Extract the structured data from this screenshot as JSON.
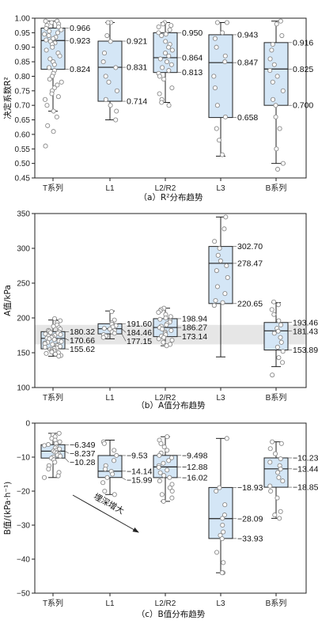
{
  "chart_data": [
    {
      "type": "box",
      "caption": "（a）R²分布趋势",
      "ylabel": "决定系数R²",
      "ylim": [
        0.45,
        1.0
      ],
      "yticks": [
        0.45,
        0.5,
        0.55,
        0.6,
        0.65,
        0.7,
        0.75,
        0.8,
        0.85,
        0.9,
        0.95,
        1.0
      ],
      "ytick_labels": [
        "0.45",
        "0.50",
        "0.55",
        "0.60",
        "0.65",
        "0.70",
        "0.75",
        "0.80",
        "0.85",
        "0.90",
        "0.95",
        "1.00"
      ],
      "categories": [
        "T系列",
        "L1",
        "L2/R2",
        "L3",
        "B系列"
      ],
      "boxes": [
        {
          "q3": 0.966,
          "median": 0.923,
          "q1": 0.824,
          "whisker_low": 0.68,
          "whisker_high": 0.99,
          "labels": [
            "0.966",
            "0.923",
            "0.824"
          ],
          "points": [
            0.99,
            0.99,
            0.985,
            0.98,
            0.975,
            0.97,
            0.965,
            0.96,
            0.955,
            0.95,
            0.945,
            0.94,
            0.935,
            0.93,
            0.925,
            0.92,
            0.915,
            0.91,
            0.9,
            0.89,
            0.88,
            0.87,
            0.86,
            0.85,
            0.84,
            0.83,
            0.82,
            0.81,
            0.8,
            0.79,
            0.78,
            0.77,
            0.76,
            0.75,
            0.74,
            0.73,
            0.72,
            0.7,
            0.68,
            0.66,
            0.63,
            0.61,
            0.56
          ]
        },
        {
          "q3": 0.921,
          "median": 0.831,
          "q1": 0.714,
          "whisker_low": 0.65,
          "whisker_high": 0.985,
          "labels": [
            "0.921",
            "0.831",
            "0.714"
          ],
          "points": [
            0.985,
            0.985,
            0.94,
            0.92,
            0.88,
            0.85,
            0.83,
            0.8,
            0.78,
            0.75,
            0.72,
            0.7,
            0.68,
            0.65
          ]
        },
        {
          "q3": 0.95,
          "median": 0.864,
          "q1": 0.813,
          "whisker_low": 0.71,
          "whisker_high": 0.985,
          "labels": [
            "0.950",
            "0.864",
            "0.813"
          ],
          "points": [
            0.985,
            0.98,
            0.975,
            0.97,
            0.96,
            0.95,
            0.945,
            0.94,
            0.92,
            0.91,
            0.9,
            0.89,
            0.88,
            0.87,
            0.86,
            0.85,
            0.84,
            0.83,
            0.82,
            0.81,
            0.8,
            0.79,
            0.76,
            0.74,
            0.72,
            0.71,
            0.7
          ]
        },
        {
          "q3": 0.943,
          "median": 0.847,
          "q1": 0.658,
          "whisker_low": 0.525,
          "whisker_high": 0.985,
          "labels": [
            "0.943",
            "0.847",
            "0.658"
          ],
          "points": [
            0.985,
            0.985,
            0.95,
            0.93,
            0.9,
            0.87,
            0.85,
            0.8,
            0.76,
            0.7,
            0.66,
            0.62,
            0.58,
            0.53
          ]
        },
        {
          "q3": 0.916,
          "median": 0.825,
          "q1": 0.7,
          "whisker_low": 0.5,
          "whisker_high": 0.99,
          "labels": [
            "0.916",
            "0.825",
            "0.700"
          ],
          "points": [
            0.99,
            0.98,
            0.94,
            0.91,
            0.89,
            0.86,
            0.84,
            0.82,
            0.8,
            0.78,
            0.75,
            0.72,
            0.7,
            0.66,
            0.62,
            0.55,
            0.5,
            0.48
          ]
        }
      ]
    },
    {
      "type": "box",
      "caption": "（b）A值分布趋势",
      "ylabel": "A值/kPa",
      "ylim": [
        100,
        350
      ],
      "yticks": [
        100,
        150,
        200,
        250,
        300,
        350
      ],
      "ytick_labels": [
        "100",
        "150",
        "200",
        "250",
        "300",
        "350"
      ],
      "categories": [
        "T系列",
        "L1",
        "L2/R2",
        "L3",
        "B系列"
      ],
      "band": [
        162,
        190
      ],
      "boxes": [
        {
          "q3": 180.32,
          "median": 170.66,
          "q1": 155.62,
          "whisker_low": 145,
          "whisker_high": 197,
          "labels": [
            "180.32",
            "170.66",
            "155.62"
          ],
          "points": [
            199,
            196,
            193,
            190,
            188,
            186,
            184,
            182,
            181,
            180,
            179,
            178,
            177,
            176,
            175,
            174,
            173,
            172,
            171,
            170,
            169,
            168,
            167,
            166,
            165,
            164,
            163,
            162,
            161,
            160,
            159,
            158,
            157,
            156,
            155,
            154,
            153,
            152,
            151,
            150,
            149,
            148,
            146,
            145
          ]
        },
        {
          "q3": 191.6,
          "median": 184.46,
          "q1": 177.15,
          "whisker_low": 170,
          "whisker_high": 210,
          "labels": [
            "191.60",
            "184.46",
            "177.15"
          ],
          "points": [
            209,
            197,
            193,
            191,
            189,
            187,
            185,
            184,
            182,
            180,
            178,
            176,
            174,
            172
          ]
        },
        {
          "q3": 198.94,
          "median": 186.27,
          "q1": 173.14,
          "whisker_low": 160,
          "whisker_high": 214,
          "labels": [
            "198.94",
            "186.27",
            "173.14"
          ],
          "points": [
            214,
            212,
            210,
            208,
            205,
            202,
            200,
            198,
            196,
            194,
            192,
            190,
            188,
            186,
            184,
            182,
            180,
            178,
            176,
            174,
            172,
            170,
            168,
            165,
            162,
            160
          ]
        },
        {
          "q3": 302.7,
          "median": 278.47,
          "q1": 220.65,
          "whisker_low": 144,
          "whisker_high": 345,
          "labels": [
            "302.70",
            "278.47",
            "220.65"
          ],
          "points": [
            345,
            328,
            310,
            300,
            290,
            282,
            275,
            268,
            258,
            245,
            235,
            225,
            222,
            218
          ]
        },
        {
          "q3": 193.465,
          "median": 181.435,
          "q1": 153.89,
          "whisker_low": 130,
          "whisker_high": 222,
          "labels": [
            "193.465",
            "181.435",
            "153.890"
          ],
          "points": [
            223,
            219,
            212,
            205,
            196,
            190,
            185,
            181,
            178,
            172,
            165,
            158,
            152,
            143,
            136,
            118
          ]
        }
      ]
    },
    {
      "type": "box",
      "caption": "（c）B值分布趋势",
      "ylabel": "B值/(kPa·h⁻¹)",
      "ylim": [
        -50,
        0
      ],
      "yticks": [
        -50,
        -40,
        -30,
        -20,
        -10,
        0
      ],
      "ytick_labels": [
        "−50",
        "−40",
        "−30",
        "−20",
        "−10",
        "0"
      ],
      "categories": [
        "T系列",
        "L1",
        "L2/R2",
        "L3",
        "B系列"
      ],
      "annotation": "埋深增大",
      "boxes": [
        {
          "q3": -6.349,
          "median": -8.237,
          "q1": -10.28,
          "whisker_low": -16,
          "whisker_high": -3,
          "labels": [
            "−6.349",
            "−8.237",
            "−10.28"
          ],
          "points": [
            -3,
            -3.5,
            -4,
            -4.5,
            -5,
            -5.5,
            -6,
            -6.3,
            -6.6,
            -7,
            -7.3,
            -7.6,
            -8,
            -8.2,
            -8.5,
            -8.8,
            -9.1,
            -9.4,
            -9.7,
            -10,
            -10.3,
            -10.8,
            -11.5,
            -12.5,
            -13.5,
            -14.5,
            -15.5,
            -16
          ]
        },
        {
          "q3": -9.53,
          "median": -14.14,
          "q1": -15.99,
          "whisker_low": -21,
          "whisker_high": -5,
          "labels": [
            "−9.53",
            "−14.14",
            "−15.99"
          ],
          "points": [
            -5.5,
            -6,
            -8,
            -9.5,
            -11,
            -12.5,
            -13.5,
            -14.2,
            -15,
            -16,
            -17.5,
            -20,
            -21
          ]
        },
        {
          "q3": -9.498,
          "median": -12.88,
          "q1": -16.02,
          "whisker_low": -23,
          "whisker_high": -4,
          "labels": [
            "−9.498",
            "−12.88",
            "−16.02"
          ],
          "points": [
            -4,
            -5,
            -6,
            -7,
            -8,
            -8.8,
            -9.5,
            -10.2,
            -11,
            -11.8,
            -12.5,
            -13,
            -13.8,
            -14.6,
            -15.4,
            -16,
            -17,
            -18,
            -19,
            -20,
            -21,
            -22,
            -23
          ]
        },
        {
          "q3": -18.93,
          "median": -28.09,
          "q1": -33.93,
          "whisker_low": -44,
          "whisker_high": -4.5,
          "labels": [
            "−18.93",
            "−28.09",
            "−33.93"
          ],
          "points": [
            -4.5,
            -19,
            -20,
            -24,
            -27,
            -28,
            -30,
            -32,
            -33,
            -34,
            -38,
            -41,
            -44,
            -44
          ]
        },
        {
          "q3": -10.2305,
          "median": -13.445,
          "q1": -18.85,
          "whisker_low": -28,
          "whisker_high": -5.5,
          "labels": [
            "−10.2305",
            "−13.445",
            "−18.85"
          ],
          "points": [
            -5.5,
            -6,
            -7.5,
            -9,
            -10.5,
            -11.5,
            -12.5,
            -13.5,
            -14.5,
            -16,
            -17,
            -18.5,
            -20,
            -22,
            -26,
            -27,
            -28
          ]
        }
      ]
    }
  ]
}
